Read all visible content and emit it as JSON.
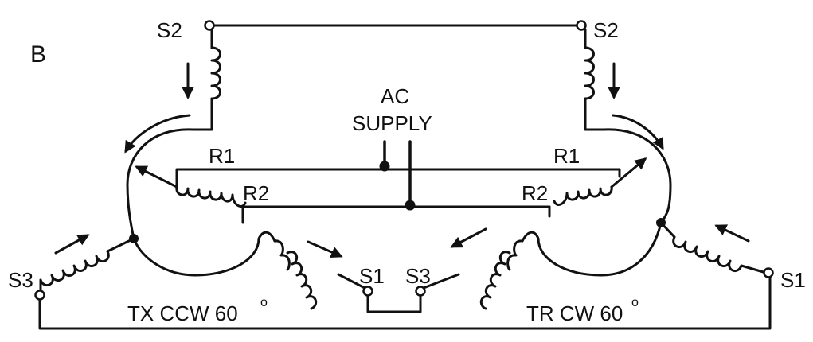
{
  "figure_label": "B",
  "supply": {
    "line1": "AC",
    "line2": "SUPPLY"
  },
  "left_unit": {
    "s1": "S1",
    "s2": "S2",
    "s3": "S3",
    "r1": "R1",
    "r2": "R2",
    "caption": "TX CCW 60",
    "degree": "o"
  },
  "right_unit": {
    "s1": "S1",
    "s2": "S2",
    "s3": "S3",
    "r1": "R1",
    "r2": "R2",
    "caption": "TR CW 60",
    "degree": "o"
  },
  "colors": {
    "ink": "#111111",
    "background": "#ffffff"
  }
}
